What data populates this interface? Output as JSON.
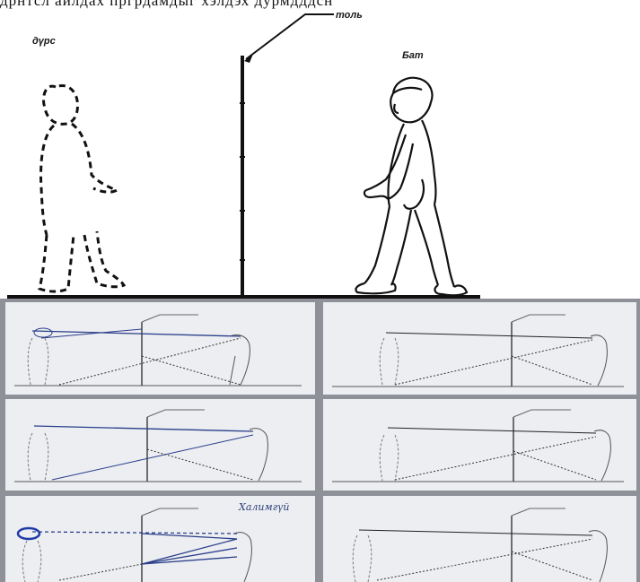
{
  "top_strip_text": "дрнтсл айлдах пргрдамдыг хэлдэх дурмдддсн",
  "drawing": {
    "mirror_label": "дүрс",
    "pole_label": "толь",
    "boy_label": "Бат"
  },
  "photo": {
    "handwritten_note": "Халимгүй",
    "worksheets": 6
  }
}
